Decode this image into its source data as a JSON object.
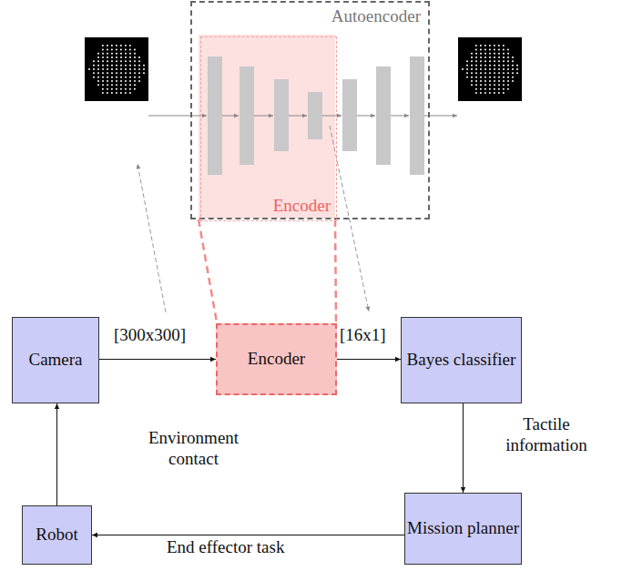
{
  "diagram": {
    "nodes": [
      {
        "text": [
          "Autoencoder"
        ]
      },
      {
        "text": [
          "Encoder"
        ],
        "in": 0
      },
      {
        "text": [
          "Camera"
        ]
      },
      {
        "text": [
          "Encoder"
        ]
      },
      {
        "text": [
          "Bayes classifier"
        ]
      },
      {
        "text": [
          "Mission planner"
        ]
      },
      {
        "text": [
          "Robot"
        ]
      }
    ],
    "edges": [
      {
        "from": 2,
        "to": 3,
        "label": "[300x300]",
        "arrow": "to"
      },
      {
        "from": 3,
        "to": 4,
        "label": "[16x1]",
        "arrow": "to"
      },
      {
        "from": 4,
        "to": 5,
        "label": "Tactile information",
        "arrow": "to"
      },
      {
        "from": 5,
        "to": 6,
        "label": "End effector task",
        "arrow": "to"
      },
      {
        "from": 6,
        "to": 2,
        "label": "Environment contact",
        "arrow": "to"
      }
    ]
  }
}
